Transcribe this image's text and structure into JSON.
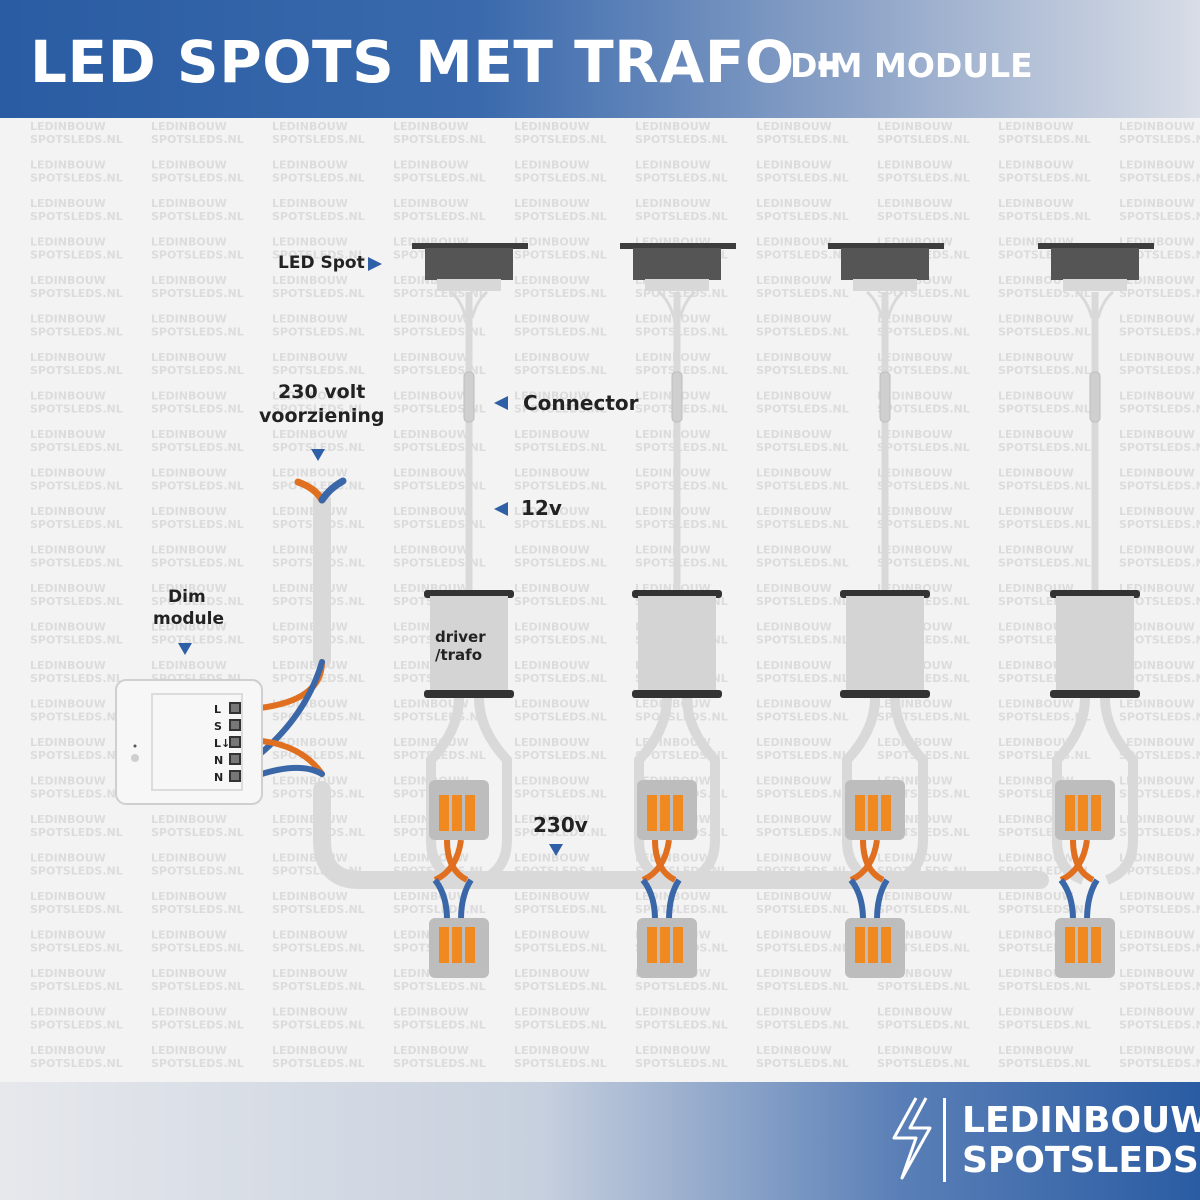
{
  "header": {
    "title": "LED SPOTS MET TRAFO -",
    "subtitle": "DIM MODULE"
  },
  "labels": {
    "led_spot": "LED Spot",
    "supply_line1": "230 volt",
    "supply_line2": "voorziening",
    "connector": "Connector",
    "low_voltage": "12v",
    "dim_line1": "Dim",
    "dim_line2": "module",
    "driver_line1": "driver",
    "driver_line2": "/trafo",
    "mains": "230v"
  },
  "dim_module": {
    "terminals": [
      "L",
      "S",
      "L↓",
      "N",
      "N"
    ]
  },
  "watermark": {
    "line1": "LEDINBOUW",
    "line2": "SPOTSLEDS.NL"
  },
  "footer": {
    "brand_line1": "LEDINBOUW",
    "brand_line2": "SPOTSLEDS.NL"
  },
  "colors": {
    "header_blue": "#2a5ca3",
    "live_wire": "#e07020",
    "neutral_wire": "#3a67a8",
    "cable": "#d9d9d9",
    "driver": "#d4d4d4"
  }
}
